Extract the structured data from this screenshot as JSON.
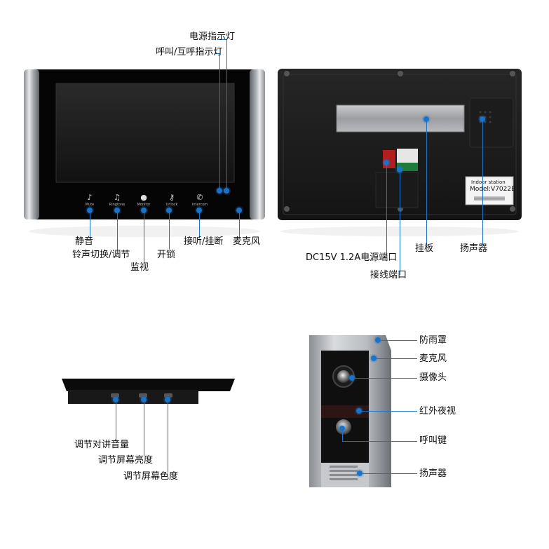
{
  "front": {
    "indicator_power": "电源指示灯",
    "indicator_call": "呼叫/互呼指示灯",
    "buttons": [
      {
        "caption": "Mute",
        "icon": "bell-icon",
        "label": "静音"
      },
      {
        "caption": "Ringtone",
        "icon": "music-note-icon",
        "label": "铃声切换/调节"
      },
      {
        "caption": "Monitor",
        "icon": "person-icon",
        "label": "监视"
      },
      {
        "caption": "Unlock",
        "icon": "key-icon",
        "label": "开锁"
      },
      {
        "caption": "Intercom",
        "icon": "phone-icon",
        "label": "接听/挂断"
      }
    ],
    "microphone": "麦克风"
  },
  "back": {
    "sticker_line1": "Indoor station",
    "sticker_line2": "Model:V7022B",
    "power_port": "DC15V 1.2A电源端口",
    "wiring_port": "接线端口",
    "hanging_plate": "挂板",
    "speaker": "扬声器"
  },
  "side": {
    "knobs": [
      "调节对讲音量",
      "调节屏幕亮度",
      "调节屏幕色度"
    ]
  },
  "outdoor": {
    "labels": [
      "防雨罩",
      "麦克风",
      "摄像头",
      "红外夜视",
      "呼叫键",
      "扬声器"
    ]
  },
  "colors": {
    "callout_blue": "#1a73c9",
    "panel_black": "#0b0b0b",
    "frame_silver": "#c8c9cc"
  }
}
